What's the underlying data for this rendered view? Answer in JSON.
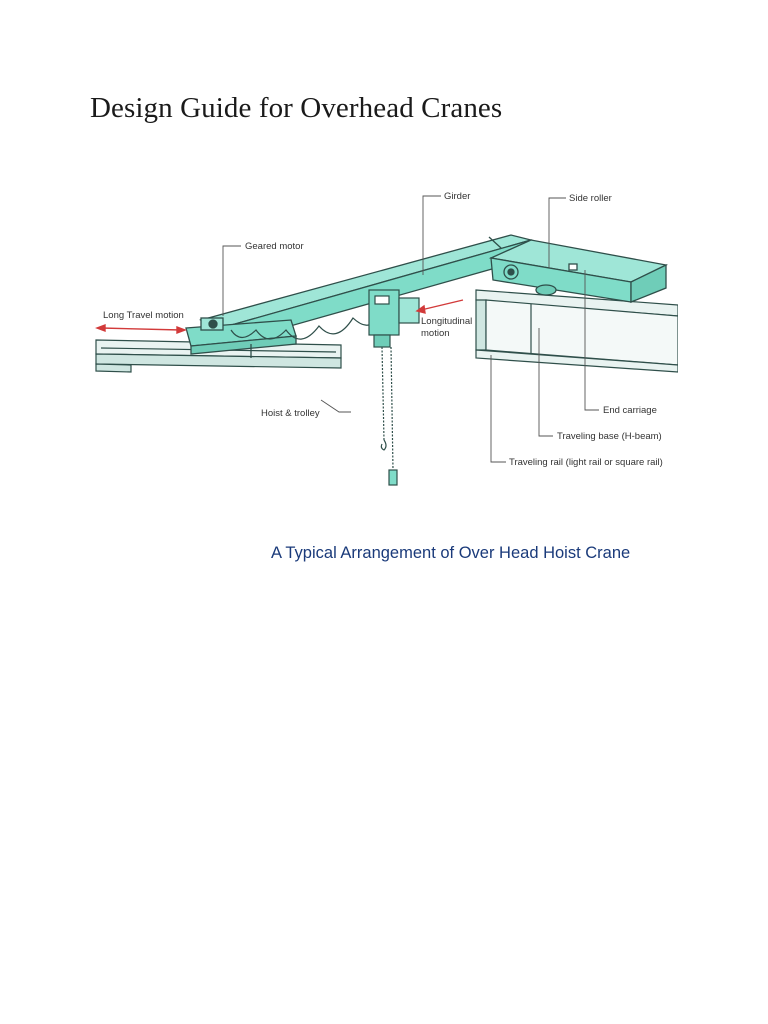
{
  "document": {
    "title": "Design Guide for Overhead Cranes"
  },
  "figure": {
    "caption": "A Typical Arrangement of Over Head Hoist Crane",
    "labels": {
      "girder": "Girder",
      "side_roller": "Side roller",
      "geared_motor": "Geared motor",
      "long_travel": "Long Travel motion",
      "longitudinal_1": "Longitudinal",
      "longitudinal_2": "motion",
      "hoist_trolley": "Hoist & trolley",
      "end_carriage": "End carriage",
      "traveling_base": "Traveling base (H-beam)",
      "traveling_rail": "Traveling rail (light rail or square rail)"
    },
    "colors": {
      "crane_body": "#7fdcc8",
      "crane_outline": "#2f4f4a",
      "arrow": "#d23a3a",
      "caption": "#1a3a7a"
    }
  }
}
